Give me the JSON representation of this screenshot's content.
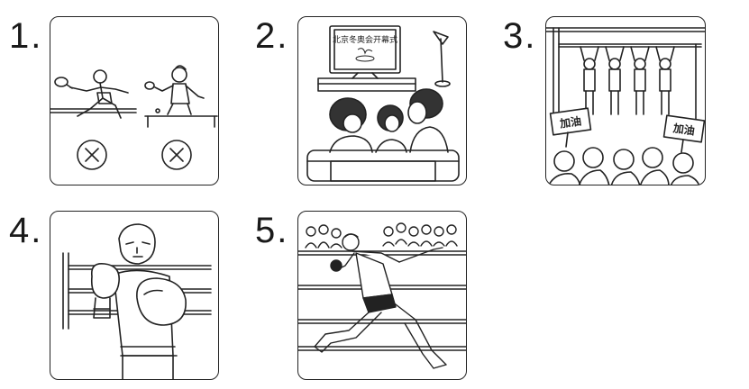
{
  "items": [
    {
      "number": "1."
    },
    {
      "number": "2.",
      "tv_caption": "北京冬奥会开幕式"
    },
    {
      "number": "3.",
      "sign_left": "加油",
      "sign_right": "加油"
    },
    {
      "number": "4."
    },
    {
      "number": "5."
    }
  ],
  "colors": {
    "ink": "#222222",
    "background": "#ffffff"
  },
  "icons": [
    "cross-circle-icon",
    "cross-circle-icon"
  ]
}
